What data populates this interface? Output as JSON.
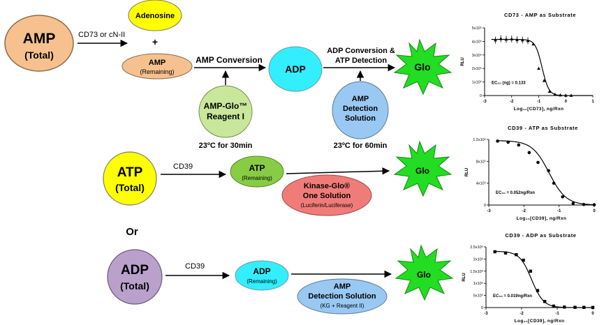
{
  "row1": {
    "amp_total": [
      "AMP",
      "(Total)"
    ],
    "enzyme": "CD73 or cN-II",
    "adenosine": "Adenosine",
    "plus": "+",
    "amp_remaining": [
      "AMP",
      "(Remaining)"
    ],
    "conversion": "AMP Conversion",
    "reagent": [
      "AMP-Glo™",
      "Reagent I"
    ],
    "temp1": "23ºC for 30min",
    "adp": "ADP",
    "adp_conv": [
      "ADP Conversion &",
      "ATP Detection"
    ],
    "detection": [
      "AMP",
      "Detection",
      "Solution"
    ],
    "temp2": "23ºC for 60min",
    "glo": "Glo"
  },
  "row2": {
    "atp_total": [
      "ATP",
      "(Total)"
    ],
    "enzyme": "CD39",
    "atp_remaining": [
      "ATP",
      "(Remaining)"
    ],
    "kinase": [
      "Kinase-Glo®",
      "One Solution",
      "(Luciferin/Luciferase)"
    ],
    "glo": "Glo"
  },
  "or_label": "Or",
  "row3": {
    "adp_total": [
      "ADP",
      "(Total)"
    ],
    "enzyme": "CD39",
    "adp_remaining": [
      "ADP",
      "(Remaining)"
    ],
    "detection": [
      "AMP",
      "Detection Solution",
      "(KG + Reagent II)"
    ],
    "glo": "Glo"
  },
  "colors": {
    "amp": "#f6c18e",
    "adenosine": "#ffff00",
    "cyan": "#33eeff",
    "green_node": "#c9e79a",
    "glo": "#22dd22",
    "blue_node": "#99c8f2",
    "atp_node": "#88cc44",
    "kinase": "#f07c79",
    "adp_total": "#b9a1cc"
  },
  "chart_data": [
    {
      "type": "scatter",
      "title": "CD73 - AMP as Substrate",
      "ylabel": "RLU",
      "xlabel": "Log₁₀[CD73], ng/Rxn",
      "annotation": "EC₅₀ (ng) = 0.133",
      "xlim": [
        -3,
        1
      ],
      "ylim": [
        0,
        500000
      ],
      "xticks": [
        "-3",
        "-2",
        "-1",
        "0",
        "1"
      ],
      "yticks": [
        "0",
        "1x10⁵",
        "2x10⁵",
        "3x10⁵",
        "4x10⁵",
        "5x10⁵"
      ],
      "yvals": [
        0,
        100000,
        200000,
        300000,
        400000,
        500000
      ],
      "xvals": [
        -3,
        -2,
        -1,
        0,
        1
      ],
      "points": [
        [
          -2.6,
          410000
        ],
        [
          -2.4,
          420000
        ],
        [
          -2.2,
          415000
        ],
        [
          -2.0,
          418000
        ],
        [
          -1.8,
          412000
        ],
        [
          -1.6,
          410000
        ],
        [
          -1.4,
          405000
        ],
        [
          -1.2,
          380000
        ],
        [
          -1.0,
          200000
        ],
        [
          -0.8,
          110000
        ],
        [
          -0.6,
          30000
        ],
        [
          -0.4,
          8000
        ],
        [
          -0.2,
          3000
        ],
        [
          0.0,
          1000
        ],
        [
          0.2,
          500
        ]
      ],
      "fit": {
        "top": 415000,
        "bottom": 0,
        "logec50": -0.876,
        "hill": 3.5
      }
    },
    {
      "type": "scatter",
      "title": "CD39 - ATP as Substrate",
      "ylabel": "RLU",
      "xlabel": "Log₁₀[CD39], ng/Rxn",
      "annotation": "EC₅₀ = 0.052ng/Rxn",
      "xlim": [
        -3,
        0
      ],
      "ylim": [
        0,
        1200000
      ],
      "xticks": [
        "-3",
        "-2",
        "-1",
        "0"
      ],
      "yticks": [
        "0",
        "4x10⁵",
        "8x10⁵",
        "1.2x10⁶"
      ],
      "yvals": [
        0,
        400000,
        800000,
        1200000
      ],
      "xvals": [
        -3,
        -2,
        -1,
        0
      ],
      "points": [
        [
          -2.75,
          1170000
        ],
        [
          -2.45,
          1150000
        ],
        [
          -2.15,
          1100000
        ],
        [
          -1.85,
          960000
        ],
        [
          -1.6,
          780000
        ],
        [
          -1.3,
          630000
        ],
        [
          -1.15,
          400000
        ],
        [
          -0.9,
          150000
        ],
        [
          -0.6,
          30000
        ],
        [
          -0.3,
          10000
        ],
        [
          0.0,
          5000
        ]
      ],
      "fit": {
        "top": 1180000,
        "bottom": 0,
        "logec50": -1.284,
        "hill": 1.8
      }
    },
    {
      "type": "scatter",
      "title": "CD39 - ADP as Substrate",
      "ylabel": "RLU",
      "xlabel": "Log₁₀[CD39], ng/Rxn",
      "annotation": "EC₅₀ = 0.019ng/Rxn",
      "xlim": [
        -3,
        0
      ],
      "ylim": [
        0,
        2500000
      ],
      "xticks": [
        "-3",
        "-2",
        "-1",
        "0"
      ],
      "yticks": [
        "0",
        "5x10⁵",
        "1x10⁶",
        "1.5x10⁶",
        "2x10⁶",
        "2.5x10⁶"
      ],
      "yvals": [
        0,
        500000,
        1000000,
        1500000,
        2000000,
        2500000
      ],
      "xvals": [
        -3,
        -2,
        -1,
        0
      ],
      "points": [
        [
          -2.75,
          2300000
        ],
        [
          -2.45,
          2250000
        ],
        [
          -2.15,
          2180000
        ],
        [
          -1.95,
          1950000
        ],
        [
          -1.75,
          1500000
        ],
        [
          -1.55,
          700000
        ],
        [
          -1.35,
          250000
        ],
        [
          -1.1,
          60000
        ],
        [
          -0.8,
          20000
        ],
        [
          -0.5,
          10000
        ],
        [
          -0.25,
          8000
        ],
        [
          0.0,
          5000
        ]
      ],
      "fit": {
        "top": 2320000,
        "bottom": 0,
        "logec50": -1.72,
        "hill": 2.6
      }
    }
  ]
}
